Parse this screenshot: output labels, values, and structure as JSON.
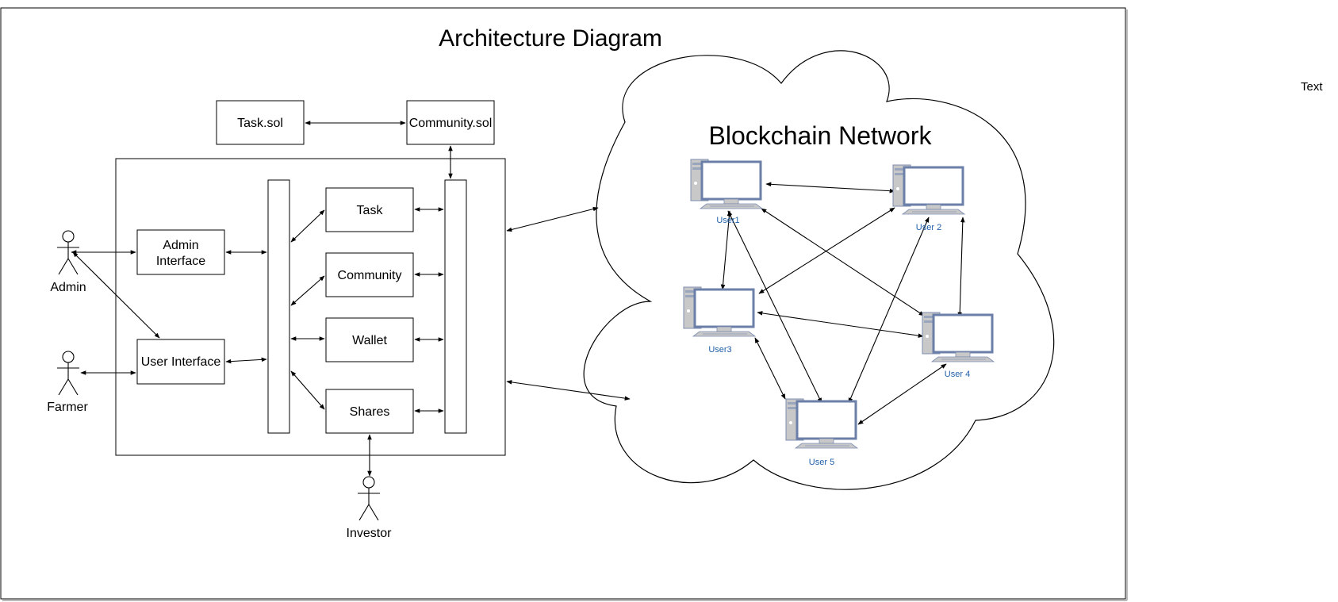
{
  "diagram": {
    "title": "Architecture Diagram",
    "side_text": "Text",
    "contracts": {
      "task_sol": "Task.sol",
      "community_sol": "Community.sol"
    },
    "interfaces": {
      "admin_line1": "Admin",
      "admin_line2": "Interface",
      "user": "User Interface"
    },
    "modules": {
      "task": "Task",
      "community": "Community",
      "wallet": "Wallet",
      "shares": "Shares"
    },
    "actors": {
      "admin": "Admin",
      "farmer": "Farmer",
      "investor": "Investor"
    },
    "network": {
      "title": "Blockchain Network",
      "nodes": {
        "u1": "User1",
        "u2": "User 2",
        "u3": "User3",
        "u4": "User 4",
        "u5": "User 5"
      }
    },
    "colors": {
      "line": "#000000",
      "node_label": "#1f5fa8",
      "monitor_frame": "#6b7fa8",
      "tower": "#c8c8c8"
    }
  }
}
